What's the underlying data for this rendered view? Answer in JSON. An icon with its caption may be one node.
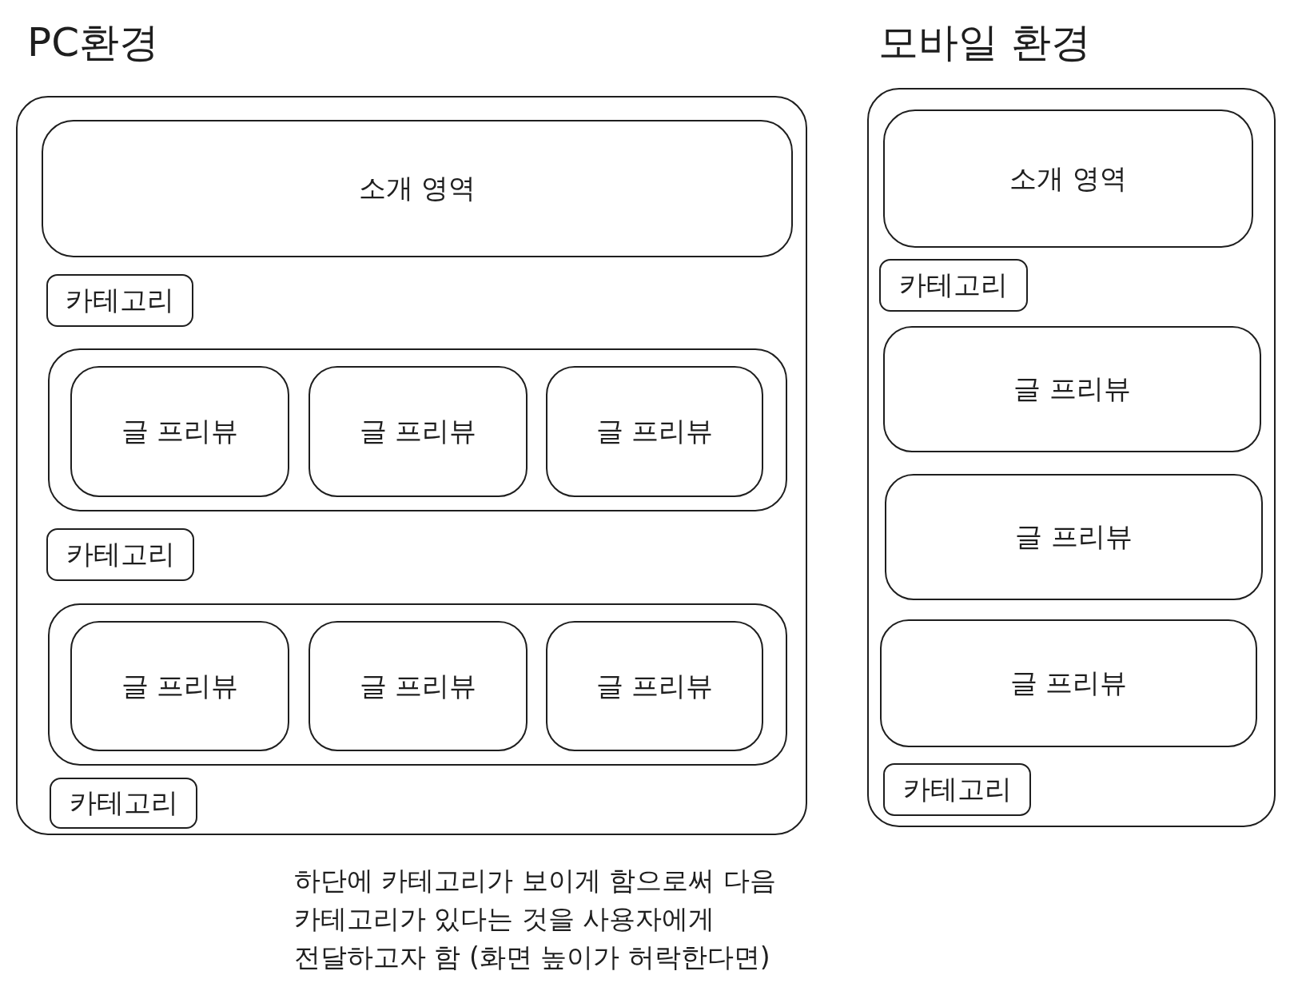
{
  "diagram": {
    "nodes": [
      {
        "text": [
          "PC환경"
        ]
      },
      {
        "text": [
          "소개 영역"
        ],
        "in": 0
      },
      {
        "text": [
          "카테고리"
        ],
        "in": 0
      },
      {
        "text": [],
        "shape": "box",
        "in": 0
      },
      {
        "text": [
          "글 프리뷰"
        ],
        "in": 3
      },
      {
        "text": [
          "글 프리뷰"
        ],
        "in": 3
      },
      {
        "text": [
          "글 프리뷰"
        ],
        "in": 3
      },
      {
        "text": [
          "카테고리"
        ],
        "in": 0
      },
      {
        "text": [],
        "shape": "box",
        "in": 0
      },
      {
        "text": [
          "글 프리뷰"
        ],
        "in": 8
      },
      {
        "text": [
          "글 프리뷰"
        ],
        "in": 8
      },
      {
        "text": [
          "글 프리뷰"
        ],
        "in": 8
      },
      {
        "text": [
          "카테고리"
        ],
        "in": 0
      },
      {
        "text": [
          "모바일 환경"
        ]
      },
      {
        "text": [
          "소개 영역"
        ],
        "in": 13
      },
      {
        "text": [
          "카테고리"
        ],
        "in": 13
      },
      {
        "text": [
          "글 프리뷰"
        ],
        "in": 13
      },
      {
        "text": [
          "글 프리뷰"
        ],
        "in": 13
      },
      {
        "text": [
          "글 프리뷰"
        ],
        "in": 13
      },
      {
        "text": [
          "카테고리"
        ],
        "in": 13
      }
    ],
    "edges": [],
    "labels": [
      "하단에 카테고리가 보이게 함으로써 다음 카테고리가 있다는 것을 사용자에게 전달하고자 함 (화면 높이가 허락한다면)"
    ]
  }
}
